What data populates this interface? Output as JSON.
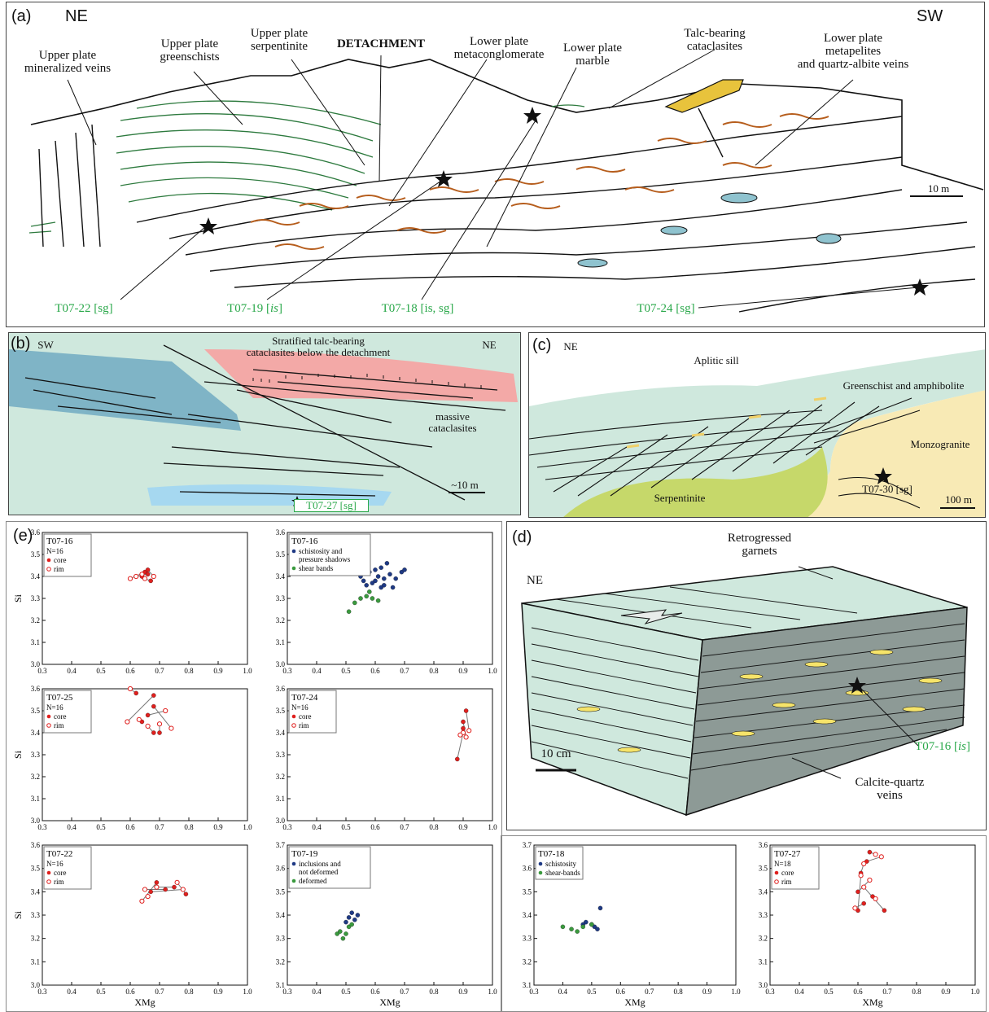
{
  "panel_a": {
    "label": "(a)",
    "ne": "NE",
    "sw": "SW",
    "labels": {
      "upper_veins": "Upper plate\nmineralized veins",
      "upper_green": "Upper plate\ngreenschists",
      "upper_serp": "Upper plate\nserpentinite",
      "detachment": "DETACHMENT",
      "lower_meta": "Lower plate\nmetaconglomerate",
      "lower_marble": "Lower plate\nmarble",
      "talc": "Talc-bearing\ncataclasites",
      "lower_pel": "Lower plate\nmetapelites\nand quartz-albite veins"
    },
    "scale": "10 m",
    "samples": [
      {
        "id": "T07-22",
        "tag": "sg"
      },
      {
        "id": "T07-19",
        "tag": "is"
      },
      {
        "id": "T07-18",
        "tag": "is, sg"
      },
      {
        "id": "T07-24",
        "tag": "sg"
      }
    ]
  },
  "panel_b": {
    "label": "(b)",
    "sw": "SW",
    "ne": "NE",
    "strat": "Stratified talc-bearing\ncataclasites below the detachment",
    "massive": "massive\ncataclasites",
    "scale": "~10 m",
    "sample": "T07-27 [sg]"
  },
  "panel_c": {
    "label": "(c)",
    "ne": "NE",
    "aplitic": "Aplitic sill",
    "green_amph": "Greenschist and amphibolite",
    "monzo": "Monzogranite",
    "serp": "Serpentinite",
    "sample": "T07-30 [sg]",
    "scale": "100 m"
  },
  "panel_d": {
    "label": "(d)",
    "ne": "NE",
    "retro": "Retrogressed\ngarnets",
    "scale": "10 cm",
    "sample": "T07-16 [is]",
    "veins": "Calcite-quartz\nveins"
  },
  "panel_e": {
    "label": "(e)"
  },
  "chart_data": [
    {
      "type": "scatter",
      "title": "T07-16",
      "n": "N=16",
      "xlabel": "",
      "ylabel": "Si",
      "xlim": [
        0.3,
        1.0
      ],
      "ylim": [
        3.0,
        3.6
      ],
      "series": [
        {
          "name": "core",
          "values": [
            [
              0.65,
              3.42
            ],
            [
              0.66,
              3.41
            ],
            [
              0.64,
              3.4
            ],
            [
              0.67,
              3.38
            ],
            [
              0.66,
              3.43
            ]
          ]
        },
        {
          "name": "rim",
          "values": [
            [
              0.6,
              3.39
            ],
            [
              0.62,
              3.4
            ],
            [
              0.64,
              3.41
            ],
            [
              0.65,
              3.39
            ],
            [
              0.68,
              3.4
            ]
          ]
        }
      ]
    },
    {
      "type": "scatter",
      "title": "T07-16",
      "xlabel": "",
      "ylabel": "",
      "xlim": [
        0.3,
        1.0
      ],
      "ylim": [
        3.0,
        3.6
      ],
      "series": [
        {
          "name": "schistosity and\npressure shadows",
          "values": [
            [
              0.55,
              3.4
            ],
            [
              0.58,
              3.42
            ],
            [
              0.6,
              3.38
            ],
            [
              0.62,
              3.44
            ],
            [
              0.63,
              3.36
            ],
            [
              0.65,
              3.41
            ],
            [
              0.67,
              3.39
            ],
            [
              0.57,
              3.36
            ],
            [
              0.6,
              3.43
            ],
            [
              0.64,
              3.46
            ],
            [
              0.66,
              3.35
            ],
            [
              0.69,
              3.42
            ],
            [
              0.61,
              3.4
            ],
            [
              0.59,
              3.37
            ],
            [
              0.63,
              3.39
            ],
            [
              0.7,
              3.43
            ],
            [
              0.56,
              3.38
            ],
            [
              0.62,
              3.35
            ]
          ]
        },
        {
          "name": "shear bands",
          "values": [
            [
              0.51,
              3.24
            ],
            [
              0.53,
              3.28
            ],
            [
              0.55,
              3.3
            ],
            [
              0.57,
              3.31
            ],
            [
              0.59,
              3.3
            ],
            [
              0.61,
              3.29
            ],
            [
              0.58,
              3.33
            ]
          ]
        }
      ]
    },
    {
      "type": "scatter",
      "title": "T07-25",
      "n": "N=16",
      "xlabel": "",
      "ylabel": "Si",
      "xlim": [
        0.3,
        1.0
      ],
      "ylim": [
        3.0,
        3.6
      ],
      "series": [
        {
          "name": "core",
          "values": [
            [
              0.62,
              3.58
            ],
            [
              0.68,
              3.57
            ],
            [
              0.66,
              3.48
            ],
            [
              0.68,
              3.52
            ],
            [
              0.68,
              3.4
            ],
            [
              0.7,
              3.4
            ],
            [
              0.64,
              3.45
            ]
          ]
        },
        {
          "name": "rim",
          "values": [
            [
              0.6,
              3.6
            ],
            [
              0.59,
              3.45
            ],
            [
              0.72,
              3.5
            ],
            [
              0.74,
              3.42
            ],
            [
              0.66,
              3.43
            ],
            [
              0.7,
              3.44
            ],
            [
              0.63,
              3.46
            ]
          ]
        }
      ]
    },
    {
      "type": "scatter",
      "title": "T07-24",
      "n": "N=16",
      "xlabel": "",
      "ylabel": "",
      "xlim": [
        0.3,
        1.0
      ],
      "ylim": [
        3.0,
        3.6
      ],
      "series": [
        {
          "name": "core",
          "values": [
            [
              0.88,
              3.28
            ],
            [
              0.9,
              3.45
            ],
            [
              0.91,
              3.5
            ],
            [
              0.9,
              3.42
            ]
          ]
        },
        {
          "name": "rim",
          "values": [
            [
              0.9,
              3.4
            ],
            [
              0.91,
              3.38
            ],
            [
              0.92,
              3.41
            ],
            [
              0.89,
              3.39
            ]
          ]
        }
      ]
    },
    {
      "type": "scatter",
      "title": "T07-22",
      "n": "N=16",
      "xlabel": "XMg",
      "ylabel": "Si",
      "xlim": [
        0.3,
        1.0
      ],
      "ylim": [
        3.0,
        3.6
      ],
      "series": [
        {
          "name": "core",
          "values": [
            [
              0.69,
              3.44
            ],
            [
              0.72,
              3.41
            ],
            [
              0.75,
              3.42
            ],
            [
              0.79,
              3.39
            ],
            [
              0.67,
              3.4
            ]
          ]
        },
        {
          "name": "rim",
          "values": [
            [
              0.64,
              3.36
            ],
            [
              0.65,
              3.41
            ],
            [
              0.69,
              3.42
            ],
            [
              0.76,
              3.44
            ],
            [
              0.78,
              3.41
            ],
            [
              0.66,
              3.38
            ]
          ]
        }
      ]
    },
    {
      "type": "scatter",
      "title": "T07-19",
      "xlabel": "XMg",
      "ylabel": "",
      "xlim": [
        0.3,
        1.0
      ],
      "ylim": [
        3.1,
        3.7
      ],
      "series": [
        {
          "name": "inclusions and\nnot deformed",
          "values": [
            [
              0.51,
              3.39
            ],
            [
              0.52,
              3.41
            ],
            [
              0.53,
              3.38
            ],
            [
              0.54,
              3.4
            ],
            [
              0.5,
              3.37
            ]
          ]
        },
        {
          "name": "deformed",
          "values": [
            [
              0.47,
              3.32
            ],
            [
              0.48,
              3.33
            ],
            [
              0.5,
              3.32
            ],
            [
              0.51,
              3.35
            ],
            [
              0.52,
              3.36
            ],
            [
              0.49,
              3.3
            ]
          ]
        }
      ]
    },
    {
      "type": "scatter",
      "title": "T07-18",
      "xlabel": "XMg",
      "ylabel": "",
      "xlim": [
        0.3,
        1.0
      ],
      "ylim": [
        3.1,
        3.7
      ],
      "series": [
        {
          "name": "schistosity",
          "values": [
            [
              0.48,
              3.37
            ],
            [
              0.5,
              3.36
            ],
            [
              0.51,
              3.35
            ],
            [
              0.52,
              3.34
            ],
            [
              0.53,
              3.43
            ],
            [
              0.47,
              3.36
            ]
          ]
        },
        {
          "name": "shear-bands",
          "values": [
            [
              0.4,
              3.35
            ],
            [
              0.43,
              3.34
            ],
            [
              0.45,
              3.33
            ],
            [
              0.47,
              3.35
            ],
            [
              0.5,
              3.36
            ]
          ]
        }
      ]
    },
    {
      "type": "scatter",
      "title": "T07-27",
      "n": "N=18",
      "xlabel": "XMg",
      "ylabel": "",
      "xlim": [
        0.3,
        1.0
      ],
      "ylim": [
        3.0,
        3.6
      ],
      "series": [
        {
          "name": "core",
          "values": [
            [
              0.64,
              3.57
            ],
            [
              0.63,
              3.53
            ],
            [
              0.61,
              3.48
            ],
            [
              0.6,
              3.4
            ],
            [
              0.62,
              3.35
            ],
            [
              0.69,
              3.32
            ],
            [
              0.65,
              3.38
            ],
            [
              0.6,
              3.32
            ]
          ]
        },
        {
          "name": "rim",
          "values": [
            [
              0.66,
              3.56
            ],
            [
              0.68,
              3.55
            ],
            [
              0.62,
              3.52
            ],
            [
              0.64,
              3.45
            ],
            [
              0.59,
              3.33
            ],
            [
              0.62,
              3.42
            ],
            [
              0.66,
              3.37
            ],
            [
              0.61,
              3.47
            ]
          ]
        }
      ]
    }
  ],
  "colors": {
    "core": "#e0201e",
    "rim": "#e0201e",
    "blue": "#1f3a85",
    "green": "#3a9a3e",
    "teal": "#cfe8dd",
    "pink": "#f08a8a",
    "yellow": "#f6e39a",
    "lime": "#c6d86a",
    "lightblue": "#9fd0f0"
  }
}
